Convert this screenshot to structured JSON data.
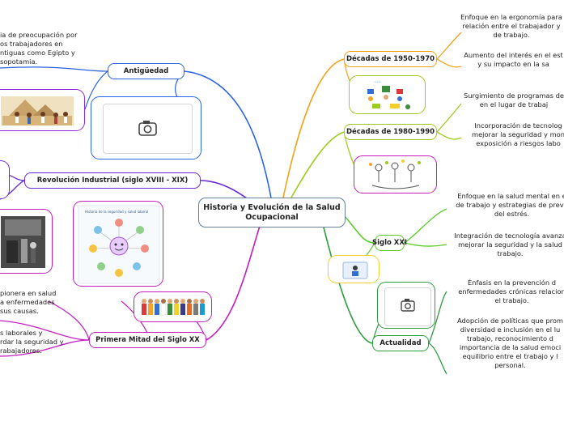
{
  "central": {
    "title": "Historia y Evolución de la Salud Ocupacional"
  },
  "colors": {
    "antiguedad": "#2b63e3",
    "revolucion": "#6b2bd6",
    "primera_mitad": "#c41ec0",
    "d1950": "#f5a21a",
    "d1980": "#9ccc1d",
    "xxi": "#5bcc2a",
    "actualidad": "#2e9d3e",
    "central_border": "#6a7f9a"
  },
  "left": {
    "antiguedad": {
      "label": "Antigüedad",
      "notes": [
        "ia de preocupación por\nos trabajadores en\nntiguas como Egipto y\nsopotamia."
      ]
    },
    "revolucion": {
      "label": "Revolución Industrial (siglo XVIII - XIX)"
    },
    "primera_mitad": {
      "label": "Primera Mitad del Siglo XX",
      "notes": [
        "pionera en salud\na enfermedades\nsus causas.",
        "s laborales y\nrdar la seguridad y\nrabajadores."
      ]
    }
  },
  "right": {
    "d1950": {
      "label": "Décadas de 1950-1970",
      "notes": [
        "Enfoque en la ergonomía para\nrelación entre el trabajador y\nde trabajo.",
        "Aumento del interés en el est\ny su impacto en la sa"
      ]
    },
    "d1980": {
      "label": "Décadas de 1980-1990",
      "notes": [
        "Surgimiento de programas de\nen el lugar de trabaj",
        "Incorporación de tecnolog\nmejorar la seguridad y mon\nexposición a riesgos labo"
      ]
    },
    "xxi": {
      "label": "Siglo XXI",
      "notes": [
        "Enfoque en la salud mental en e\nde trabajo y estrategias de preve\ndel estrés.",
        "Integración de tecnología avanza\nmejorar la seguridad y la salud\ntrabajo."
      ]
    },
    "actualidad": {
      "label": "Actualidad",
      "notes": [
        "Énfasis en la prevención d\nenfermedades crónicas relacion\nel trabajo.",
        "Adopción de políticas que prom\ndiversidad e inclusión en el lu\ntrabajo, reconocimiento d\nimportancia de la salud emoci\nequilibrio entre el trabajo y l\npersonal."
      ]
    }
  },
  "infographic": {
    "title": "Historia de la seguridad y salud laboral"
  },
  "icons": [
    "camera-icon",
    "camera-icon"
  ]
}
